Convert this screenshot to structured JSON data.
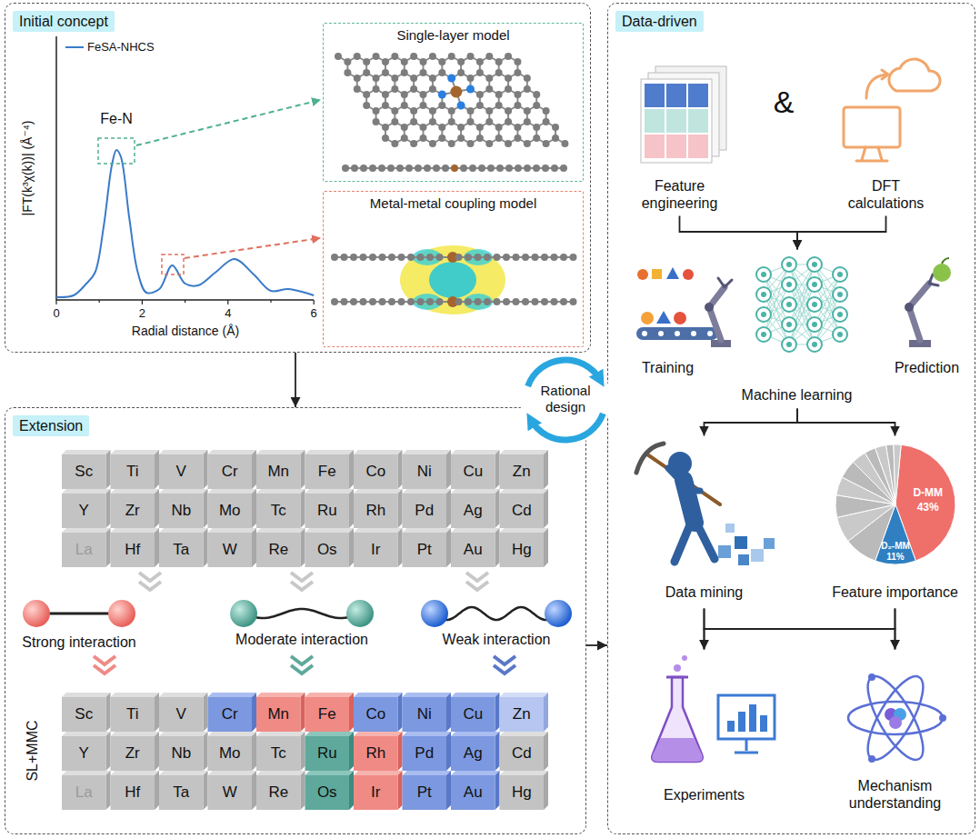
{
  "diagram": {
    "nodes": [
      {
        "text": [
          "Initial concept"
        ]
      },
      {
        "text": [
          "Single-layer model"
        ],
        "in": 0
      },
      {
        "text": [
          "Metal-metal coupling model"
        ],
        "in": 0
      },
      {
        "text": [
          "Extension"
        ]
      },
      {
        "text": [
          "Rational design"
        ]
      },
      {
        "text": [
          "Data-driven"
        ]
      },
      {
        "text": [
          "Feature engineering"
        ],
        "in": 5
      },
      {
        "text": [
          "DFT calculations"
        ],
        "in": 5
      },
      {
        "text": [
          "Training",
          "Prediction",
          "Machine learning"
        ],
        "in": 5
      },
      {
        "text": [
          "Data mining"
        ],
        "in": 5
      },
      {
        "text": [
          "Feature importance"
        ],
        "in": 5
      },
      {
        "text": [
          "Experiments"
        ],
        "in": 5
      },
      {
        "text": [
          "Mechanism understanding"
        ],
        "in": 5
      }
    ],
    "edges": [
      {
        "from": 0,
        "to": 3,
        "arrow": "to"
      },
      {
        "from": 3,
        "to": 5,
        "arrow": "to"
      },
      {
        "from": 6,
        "to": 8,
        "arrow": "to"
      },
      {
        "from": 7,
        "to": 8,
        "arrow": "to"
      },
      {
        "from": 8,
        "to": 9,
        "arrow": "to"
      },
      {
        "from": 8,
        "to": 10,
        "arrow": "to"
      },
      {
        "from": 9,
        "to": 11,
        "arrow": "to"
      },
      {
        "from": 9,
        "to": 12,
        "arrow": "to"
      },
      {
        "from": 10,
        "to": 11,
        "arrow": "to"
      },
      {
        "from": 10,
        "to": 12,
        "arrow": "to"
      }
    ],
    "labels": [
      "|FT(k³χ(k))| (Å⁻⁴)",
      "FeSA-NHCS",
      "Fe-N",
      "0",
      "2",
      "4",
      "6",
      "Radial distance (Å)",
      "Sc",
      "Ti",
      "V",
      "Cr",
      "Mn",
      "Fe",
      "Co",
      "Ni",
      "Cu",
      "Zn",
      "Y",
      "Zr",
      "Nb",
      "Mo",
      "Tc",
      "Ru",
      "Rh",
      "Pd",
      "Ag",
      "Cd",
      "La",
      "Hf",
      "Ta",
      "W",
      "Re",
      "Os",
      "Ir",
      "Pt",
      "Au",
      "Hg",
      "Strong interaction",
      "Moderate interaction",
      "Weak interaction",
      "SL+MMC",
      "Sc",
      "Ti",
      "V",
      "Cr",
      "Mn",
      "Fe",
      "Co",
      "Ni",
      "Cu",
      "Zn",
      "Y",
      "Zr",
      "Nb",
      "Mo",
      "Tc",
      "Ru",
      "Rh",
      "Pd",
      "Ag",
      "Cd",
      "La",
      "Hf",
      "Ta",
      "W",
      "Re",
      "Os",
      "Ir",
      "Pt",
      "Au",
      "Hg",
      "&",
      "D-MM",
      "43%",
      "D₂-MM",
      "11%"
    ]
  }
}
